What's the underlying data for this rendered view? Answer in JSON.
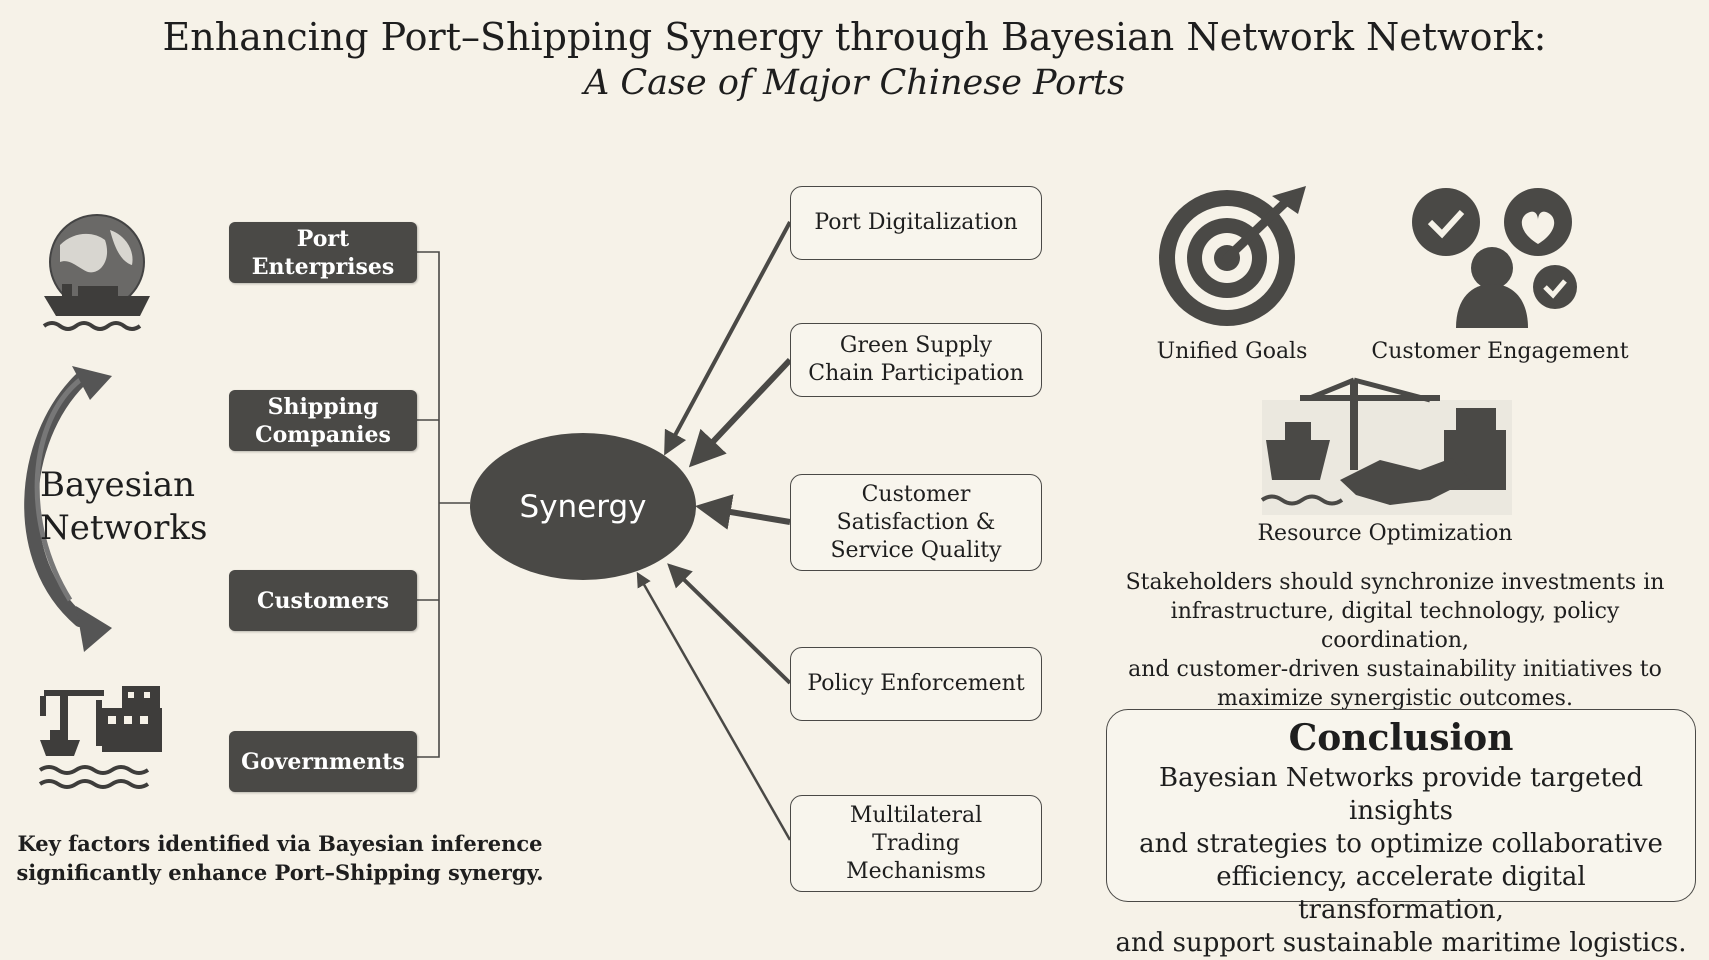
{
  "header": {
    "title": "Enhancing Port–Shipping Synergy through Bayesian Network Network:",
    "subtitle": "A Case of Major Chinese Ports"
  },
  "left_panel": {
    "bayesian_label_line1": "Bayesian",
    "bayesian_label_line2": "Networks",
    "icons": [
      "globe-ship-icon",
      "port-city-icon",
      "curved-double-arrow-icon"
    ],
    "key_factors_line1": "Key factors identified via Bayesian inference",
    "key_factors_line2": "significantly enhance Port–Shipping synergy."
  },
  "stakeholders": [
    {
      "line1": "Port",
      "line2": "Enterprises"
    },
    {
      "line1": "Shipping",
      "line2": "Companies"
    },
    {
      "line1": "Customers",
      "line2": ""
    },
    {
      "line1": "Governments",
      "line2": ""
    }
  ],
  "center": {
    "synergy_label": "Synergy"
  },
  "factors": [
    {
      "lines": [
        "Port Digitalization"
      ]
    },
    {
      "lines": [
        "Green Supply",
        "Chain Participation"
      ]
    },
    {
      "lines": [
        "Customer",
        "Satisfaction &",
        "Service Quality"
      ]
    },
    {
      "lines": [
        "Policy Enforcement"
      ]
    },
    {
      "lines": [
        "Multilateral",
        "Trading",
        "Mechanisms"
      ]
    }
  ],
  "right_panel": {
    "unified_goals_label": "Unified Goals",
    "customer_engagement_label": "Customer Engagement",
    "resource_optimization_label": "Resource Optimization",
    "icons": [
      "target-icon",
      "customer-engagement-icon",
      "port-handshake-icon"
    ],
    "recommendation_lines": [
      "Stakeholders should synchronize investments in",
      "infrastructure, digital technology, policy coordination,",
      "and customer-driven sustainability initiatives to",
      "maximize synergistic outcomes."
    ],
    "conclusion_title": "Conclusion",
    "conclusion_lines": [
      "Bayesian Networks provide targeted insights",
      "and strategies to optimize collaborative",
      "efficiency, accelerate digital transformation,",
      "and support sustainable maritime logistics."
    ]
  },
  "colors": {
    "background": "#f6f2e8",
    "dark_fill": "#4a4946",
    "text": "#1e1e1e"
  }
}
